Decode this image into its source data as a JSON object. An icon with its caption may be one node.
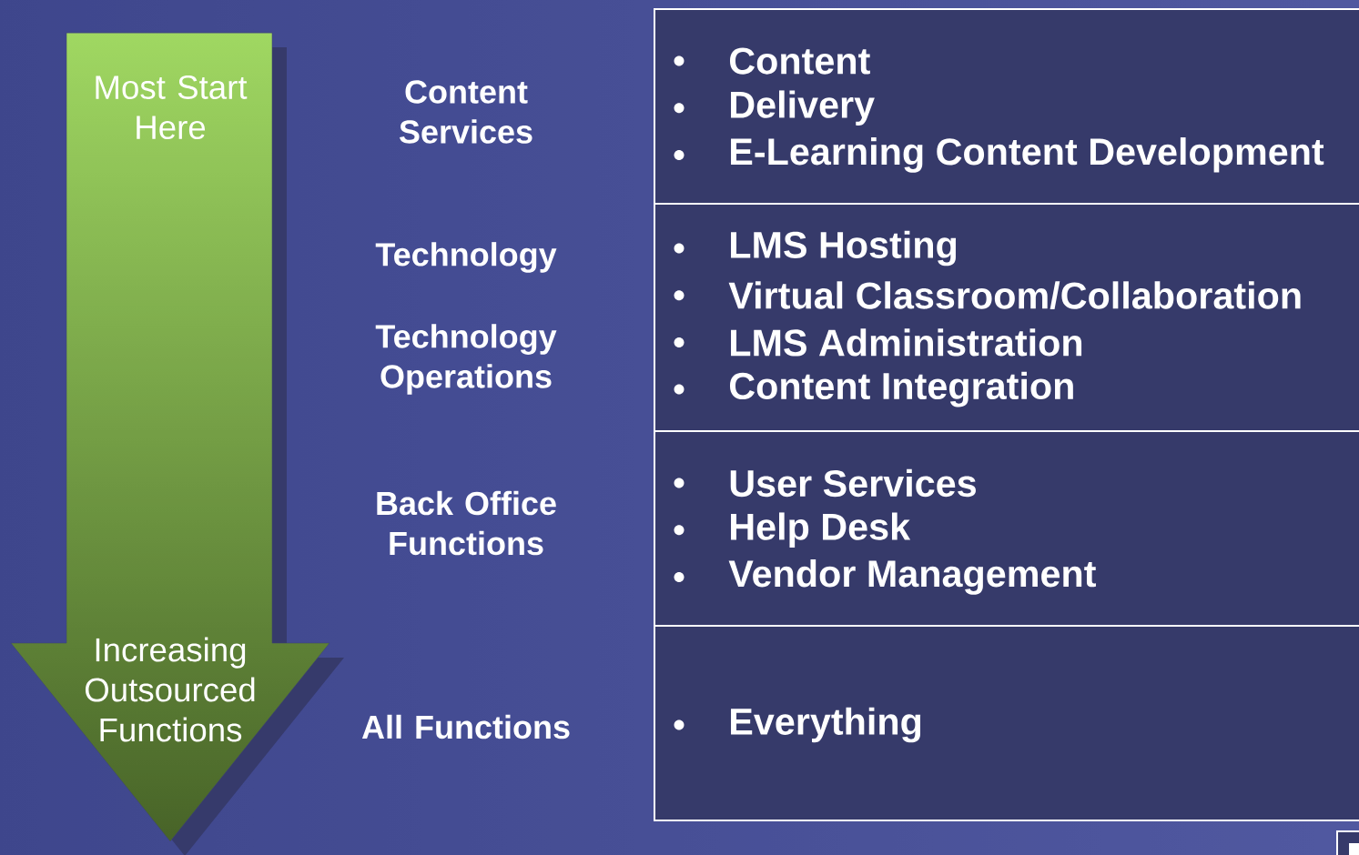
{
  "diagram": {
    "nodes": [
      {
        "text": [
          "Most Start Here",
          "Increasing Outsourced Functions"
        ]
      },
      {
        "text": [
          "Content",
          "Delivery",
          "E-Learning Content Development"
        ]
      },
      {
        "text": [
          "LMS Hosting",
          "Virtual Classroom/Collaboration",
          "LMS Administration",
          "Content Integration"
        ]
      },
      {
        "text": [
          "User Services",
          "Help Desk",
          "Vendor Management"
        ]
      },
      {
        "text": [
          "Everything"
        ]
      }
    ],
    "labels": [
      "Content Services",
      "Technology",
      "Technology Operations",
      "Back Office Functions",
      "All Functions"
    ]
  }
}
